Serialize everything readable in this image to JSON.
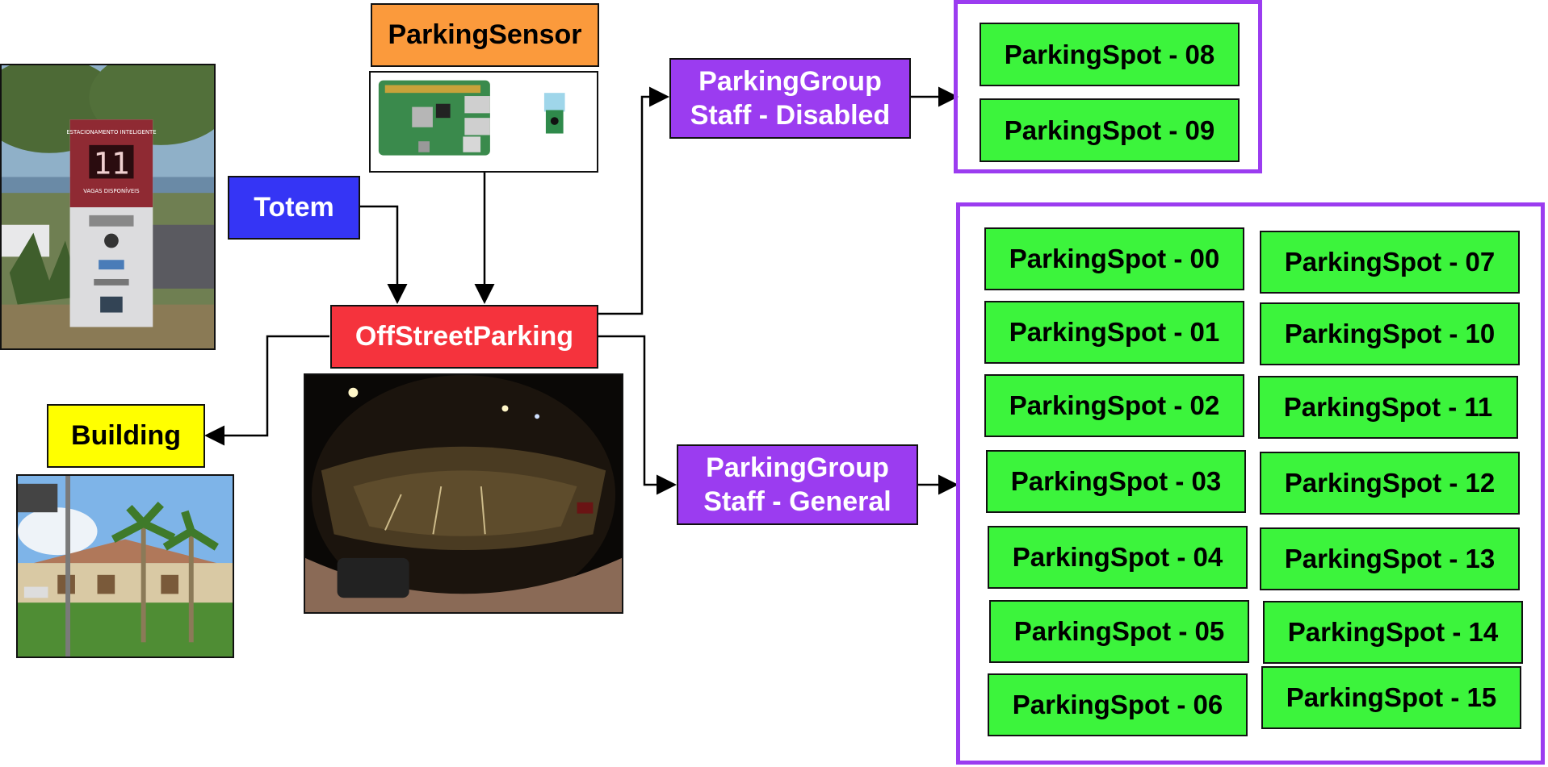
{
  "colors": {
    "sensor": "#fb9a3c",
    "totem": "#3535f5",
    "offstreet": "#f5333d",
    "building": "#ffff00",
    "group": "#9b3cf0",
    "spot": "#3cf43c",
    "frame": "#9b3cf0"
  },
  "nodes": {
    "parking_sensor": "ParkingSensor",
    "totem": "Totem",
    "offstreet_parking": "OffStreetParking",
    "building": "Building",
    "group_disabled": {
      "line1": "ParkingGroup",
      "line2": "Staff - Disabled"
    },
    "group_general": {
      "line1": "ParkingGroup",
      "line2": "Staff - General"
    }
  },
  "totem_sign": {
    "header": "ESTACIONAMENTO INTELIGENTE",
    "digits": "11",
    "footer": "VAGAS DISPONÍVEIS"
  },
  "disabled_spots": [
    "ParkingSpot - 08",
    "ParkingSpot - 09"
  ],
  "general_spots_left": [
    "ParkingSpot - 00",
    "ParkingSpot - 01",
    "ParkingSpot - 02",
    "ParkingSpot - 03",
    "ParkingSpot - 04",
    "ParkingSpot - 05",
    "ParkingSpot - 06"
  ],
  "general_spots_right": [
    "ParkingSpot - 07",
    "ParkingSpot - 10",
    "ParkingSpot - 11",
    "ParkingSpot - 12",
    "ParkingSpot - 13",
    "ParkingSpot - 14",
    "ParkingSpot - 15"
  ],
  "icons": {
    "sensor_photo": "raspberry-pi-camera-photo",
    "totem_photo": "parking-totem-photo",
    "parking_lot_photo": "fisheye-parking-lot-photo",
    "building_photo": "building-photo"
  }
}
